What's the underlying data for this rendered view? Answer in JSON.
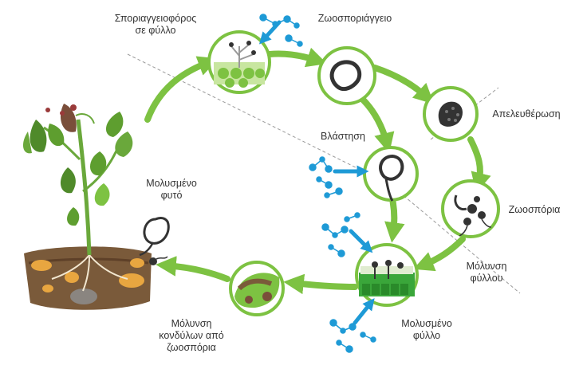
{
  "colors": {
    "cycle_green": "#7dc242",
    "node_border": "#7dc242",
    "node_fill": "#ffffff",
    "organism": "#333333",
    "water_blue": "#1e9ad6",
    "dashed_line": "#9a9a9a",
    "leaf_green": "#5e9e2f",
    "soil": "#7a5a3a",
    "tuber": "#e8a640"
  },
  "labels": {
    "sporangiophore": [
      "Σποριαγγειοφόρος",
      "σε φύλλο"
    ],
    "zoosporangium": [
      "Ζωοσποριάγγειο"
    ],
    "release": [
      "Απελευθέρωση"
    ],
    "germination": [
      "Βλάστηση"
    ],
    "infected_plant": [
      "Μολυσμένο",
      "φυτό"
    ],
    "zoospores": [
      "Ζωοσπόρια"
    ],
    "leaf_infection": [
      "Μόλυνση",
      "φύλλου"
    ],
    "infected_leaf": [
      "Μολυσμένο",
      "φύλλο"
    ],
    "tuber_infection": [
      "Μόλυνση",
      "κονδύλων από",
      "ζωοσπόρια"
    ]
  },
  "icons": {
    "water": "water-molecule-icon",
    "sporangium": "sporangium-icon",
    "zoospore": "zoospore-icon"
  }
}
